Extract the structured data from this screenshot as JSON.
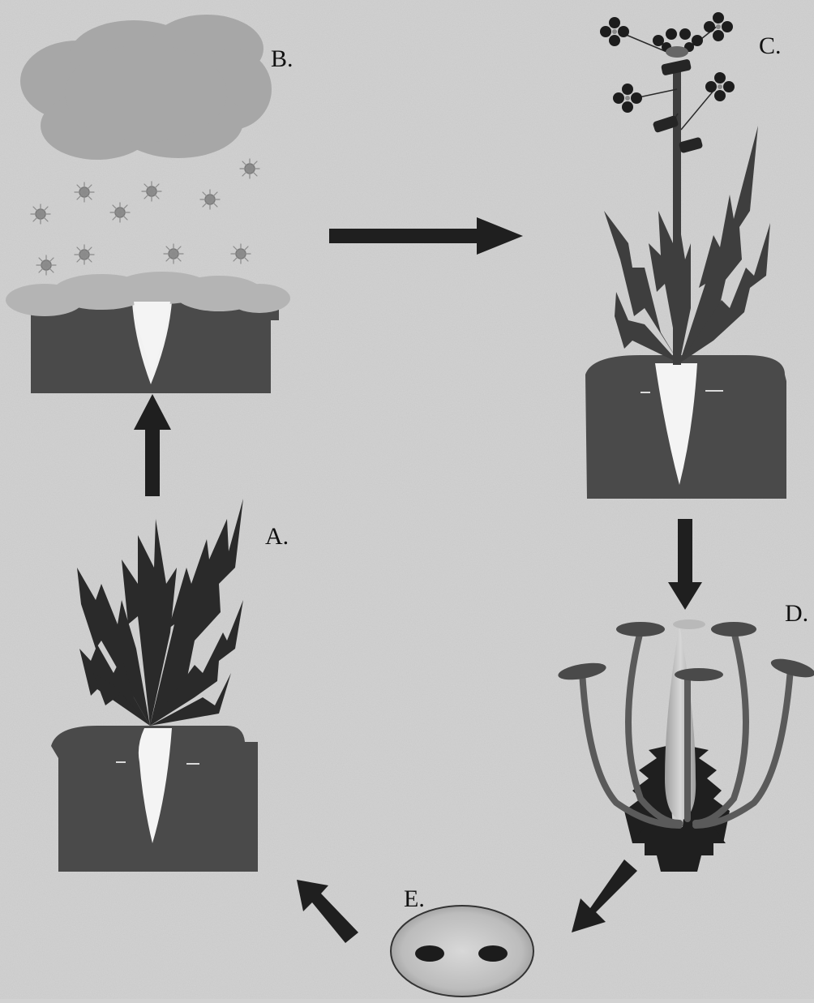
{
  "diagram": {
    "stages": [
      {
        "id": "A",
        "label": "A."
      },
      {
        "id": "B",
        "label": "B."
      },
      {
        "id": "C",
        "label": "C."
      },
      {
        "id": "D",
        "label": "D."
      },
      {
        "id": "E",
        "label": "E."
      }
    ]
  },
  "colors": {
    "background": "#d2d2d2",
    "soil": "#4a4a4a",
    "leaf": "#3e3e3e",
    "dark": "#222222",
    "cloud": "#a7a7a7",
    "snow_layer": "#b4b4b4",
    "arrow": "#1f1f1f",
    "seed_coat": "#bcbcbc",
    "pistil": "#b9b9b9",
    "stamen": "#5a5a5a"
  }
}
